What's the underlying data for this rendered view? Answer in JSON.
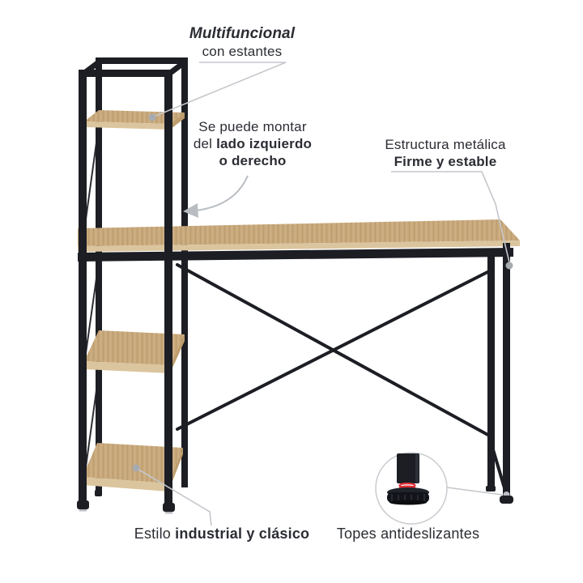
{
  "colors": {
    "background": "#ffffff",
    "metal": "#1c1e24",
    "wood": "#c9a97c",
    "wood_edge": "#dbc59e",
    "wood_side": "#bf9d6c",
    "callout_line": "#c4c7cb",
    "callout_dot": "#a6abb0",
    "arrow": "#b9bdc2",
    "text": "#2b2d33",
    "spring_red": "#e03038",
    "inset_border": "#c9ccd0",
    "foot_silver": "#b9bcc2"
  },
  "callouts": {
    "multifunctional": {
      "title": "Multifuncional",
      "subtitle": "con estantes"
    },
    "mounting": {
      "line1": "Se puede montar",
      "line2_prefix": "del ",
      "line2_bold": "lado izquierdo",
      "line3_bold": "o derecho"
    },
    "structure": {
      "line1": "Estructura metálica",
      "line2_bold": "Firme y estable"
    },
    "style": {
      "prefix": "Estilo ",
      "bold": "industrial y clásico"
    },
    "feet": {
      "label": "Topes antideslizantes"
    }
  }
}
